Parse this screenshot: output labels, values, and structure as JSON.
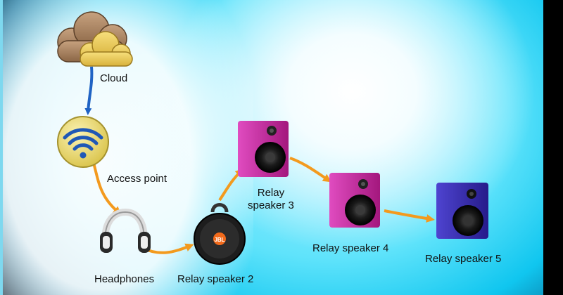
{
  "nodes": {
    "cloud": {
      "label": "Cloud"
    },
    "access_point": {
      "label": "Access point"
    },
    "headphones": {
      "label": "Headphones"
    },
    "relay_speaker_2": {
      "label": "Relay speaker 2"
    },
    "relay_speaker_3": {
      "label": "Relay\nspeaker 3"
    },
    "relay_speaker_4": {
      "label": "Relay speaker 4"
    },
    "relay_speaker_5": {
      "label": "Relay speaker 5"
    }
  },
  "colors": {
    "cloud_link": "#1f63c4",
    "relay_link": "#f39a1e",
    "speaker_magenta": "#c8229c",
    "speaker_blue": "#3a2fb0",
    "access_point_fill": "#f3e27a"
  },
  "icons": [
    "cloud-icon",
    "wifi-icon",
    "headphones-icon",
    "jbl-speaker-icon",
    "bookshelf-speaker-icon"
  ]
}
